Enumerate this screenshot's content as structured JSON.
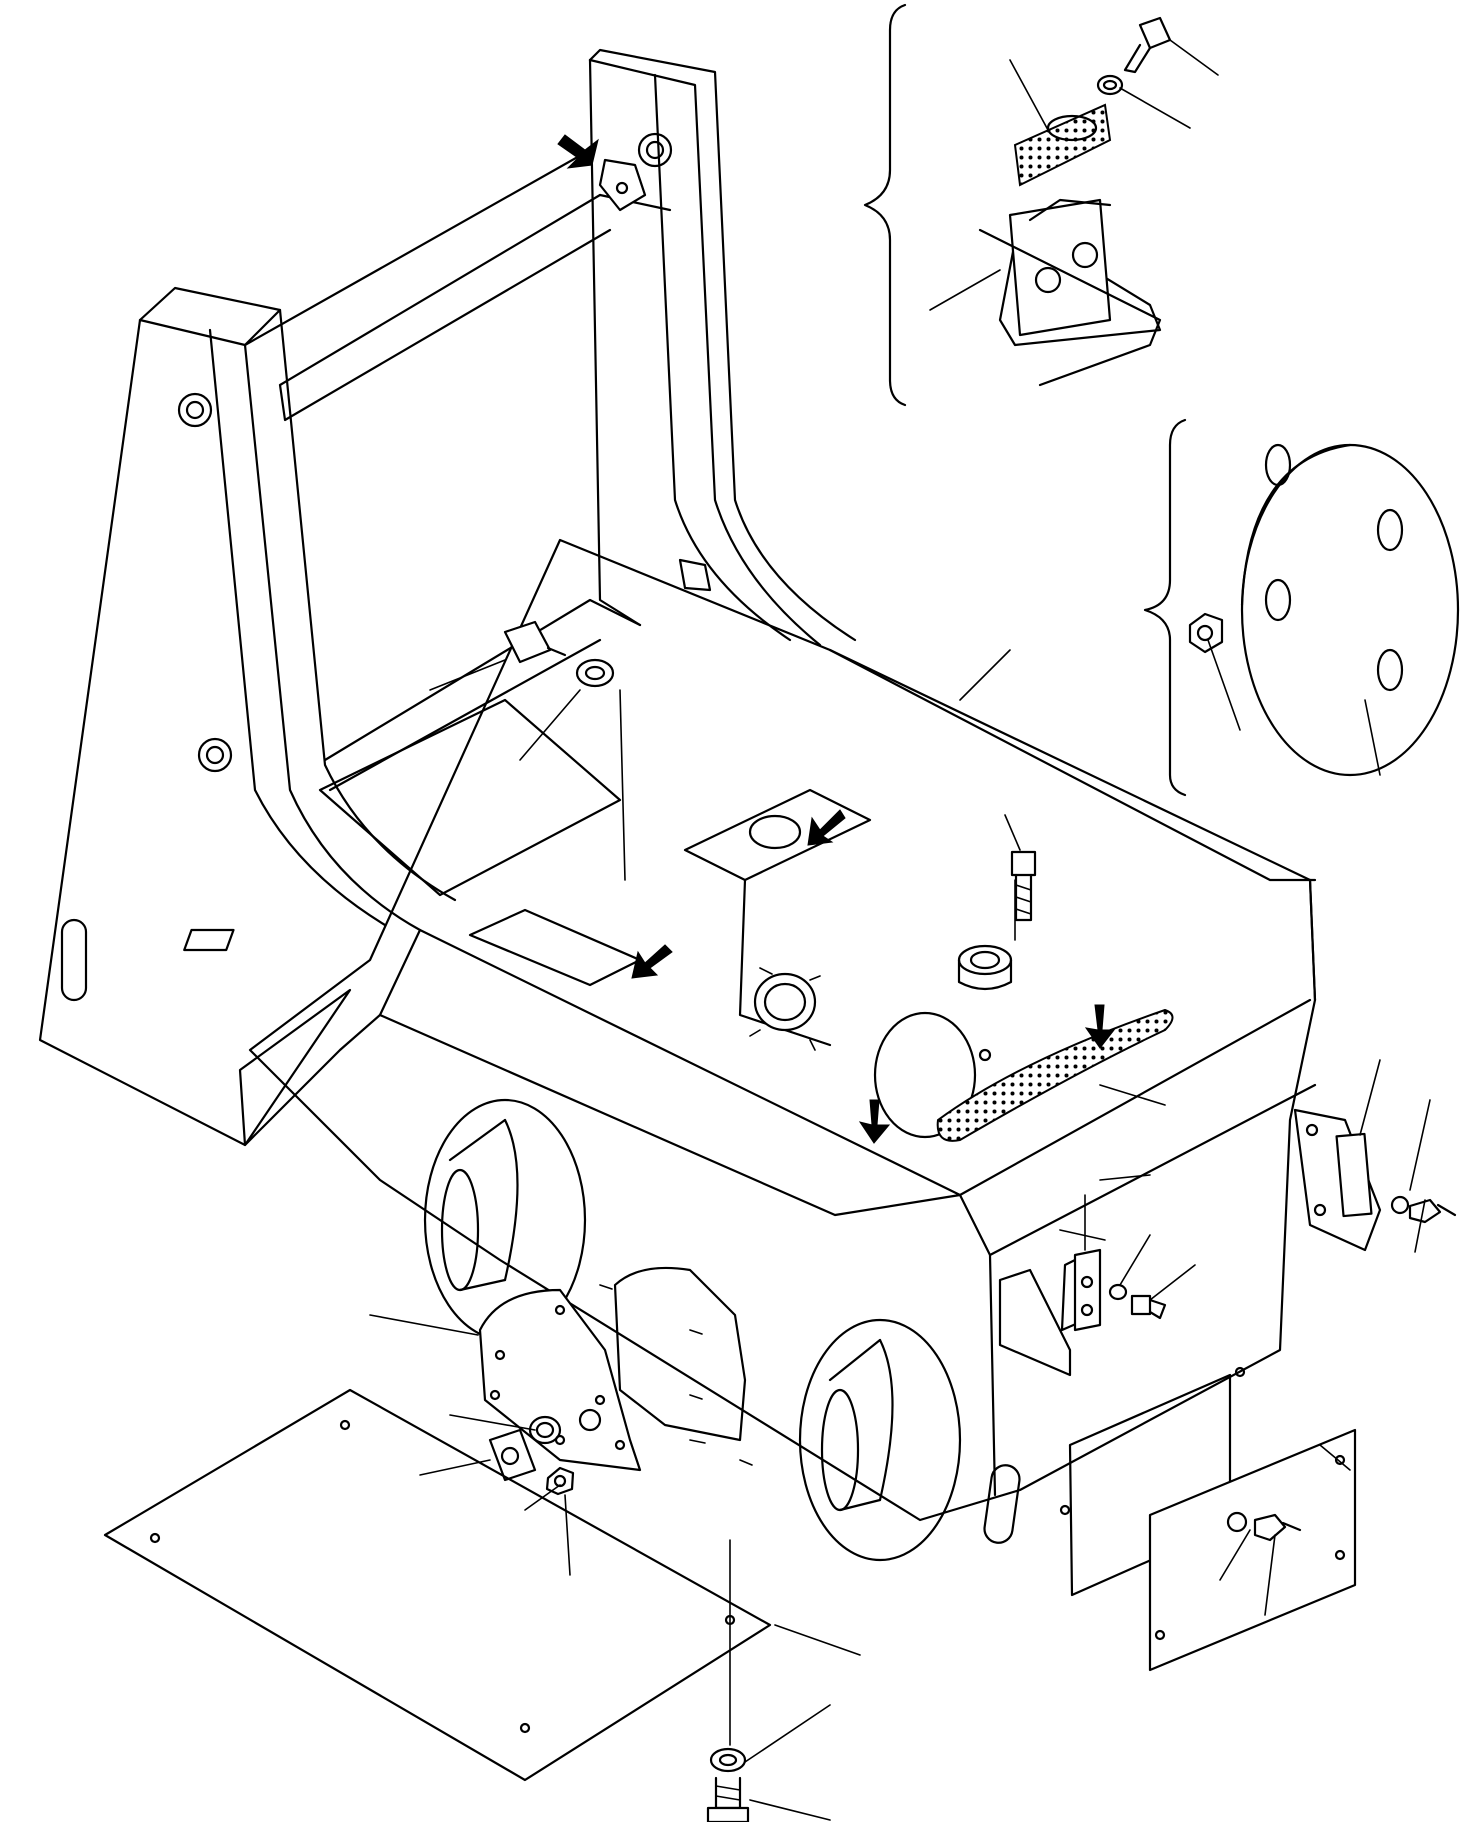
{
  "diagram": {
    "kind": "exploded parts diagram",
    "colors": {
      "line": "#000000",
      "background": "#ffffff"
    },
    "leaders": 33,
    "arrows": 6,
    "detail_groups": 2
  }
}
